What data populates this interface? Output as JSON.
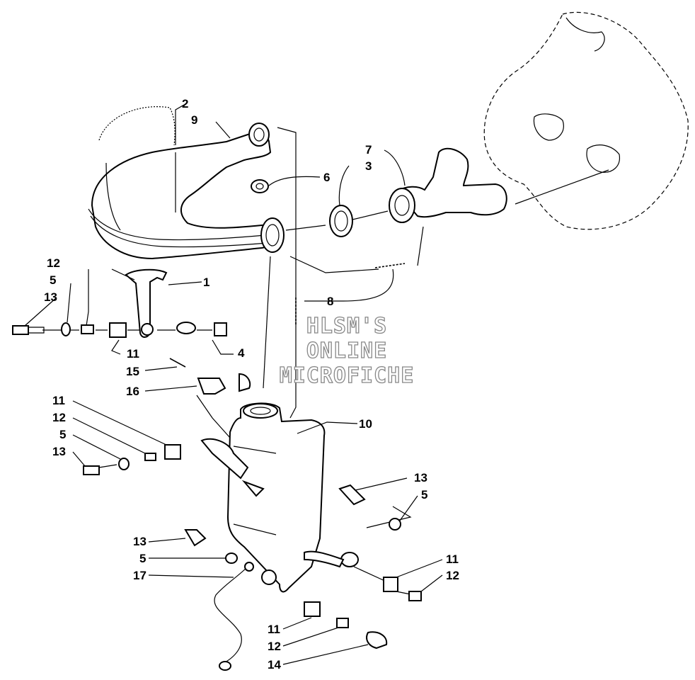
{
  "watermark": {
    "line1": "HLSM'S",
    "line2": "ONLINE",
    "line3": "MICROFICHE"
  },
  "callouts": {
    "c1": "1",
    "c2": "2",
    "c3": "3",
    "c4": "4",
    "c5a": "5",
    "c5b": "5",
    "c5c": "5",
    "c5d": "5",
    "c6": "6",
    "c7": "7",
    "c8": "8",
    "c9": "9",
    "c10": "10",
    "c11a": "11",
    "c11b": "11",
    "c11c": "11",
    "c11d": "11",
    "c12a": "12",
    "c12b": "12",
    "c12c": "12",
    "c12d": "12",
    "c13a": "13",
    "c13b": "13",
    "c13c": "13",
    "c13d": "13",
    "c14": "14",
    "c15": "15",
    "c16": "16",
    "c17": "17"
  }
}
